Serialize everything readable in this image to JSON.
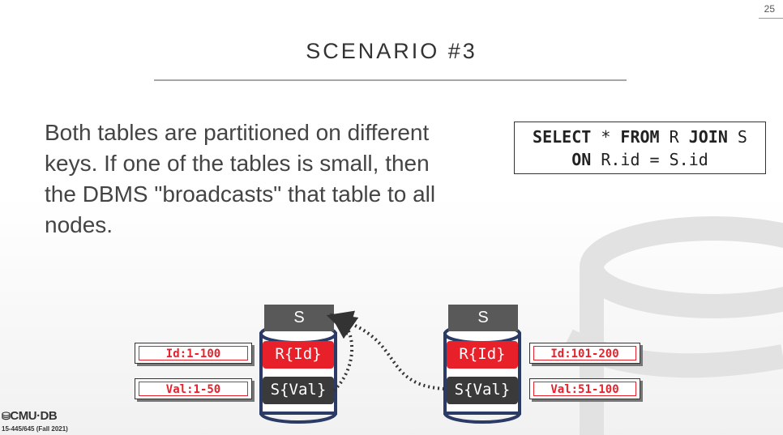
{
  "page_number": "25",
  "title": "SCENARIO #3",
  "body": "Both tables are partitioned on different keys. If one of the tables is small, then the DBMS \"broadcasts\" that table to all nodes.",
  "sql": {
    "line1": [
      {
        "text": "SELECT",
        "kw": true
      },
      {
        "text": " * ",
        "kw": false
      },
      {
        "text": "FROM",
        "kw": true
      },
      {
        "text": " R ",
        "kw": false
      },
      {
        "text": "JOIN",
        "kw": true
      },
      {
        "text": " S",
        "kw": false
      }
    ],
    "line2": [
      {
        "text": "ON",
        "kw": true
      },
      {
        "text": " R.id = S.id",
        "kw": false
      }
    ]
  },
  "node_left": {
    "header": "S",
    "r_partition": "R{Id}",
    "s_partition": "S{Val}",
    "r_label": "Id:1-100",
    "s_label": "Val:1-50"
  },
  "node_right": {
    "header": "S",
    "r_partition": "R{Id}",
    "s_partition": "S{Val}",
    "r_label": "Id:101-200",
    "s_label": "Val:51-100"
  },
  "footer": {
    "logo": "CMU·DB",
    "course": "15-445/645 (Fall 2021)"
  },
  "colors": {
    "accent_red": "#e8202a",
    "dark_gray": "#3a3a3a",
    "header_gray": "#595959",
    "outline": "#2c3a66"
  }
}
